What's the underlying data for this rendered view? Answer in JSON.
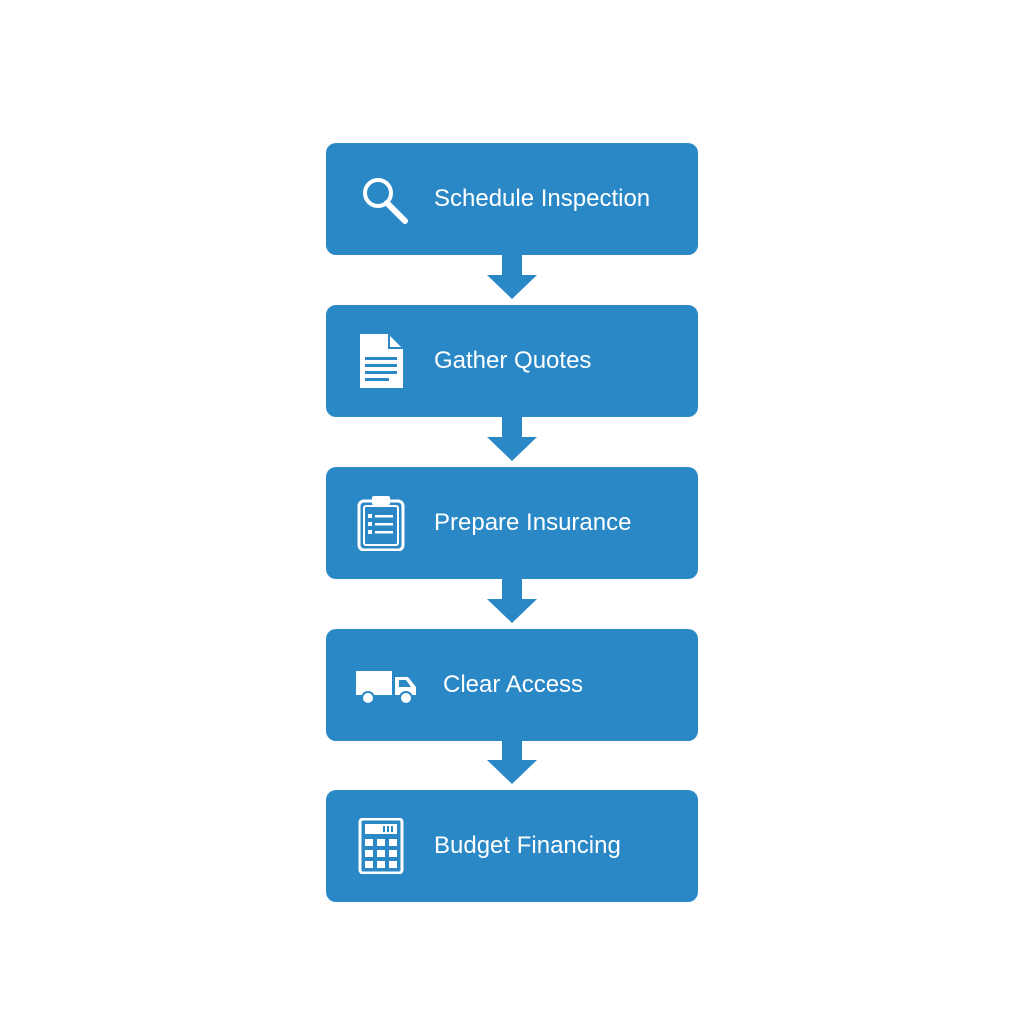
{
  "steps": [
    {
      "label": "Schedule Inspection",
      "icon": "magnifier-icon"
    },
    {
      "label": "Gather Quotes",
      "icon": "document-icon"
    },
    {
      "label": "Prepare Insurance",
      "icon": "clipboard-icon"
    },
    {
      "label": "Clear Access",
      "icon": "truck-icon"
    },
    {
      "label": "Budget Financing",
      "icon": "calculator-icon"
    }
  ],
  "colors": {
    "box": "#2b88c7",
    "arrow": "#2b88c7",
    "text": "#ffffff",
    "background": "#ffffff"
  }
}
